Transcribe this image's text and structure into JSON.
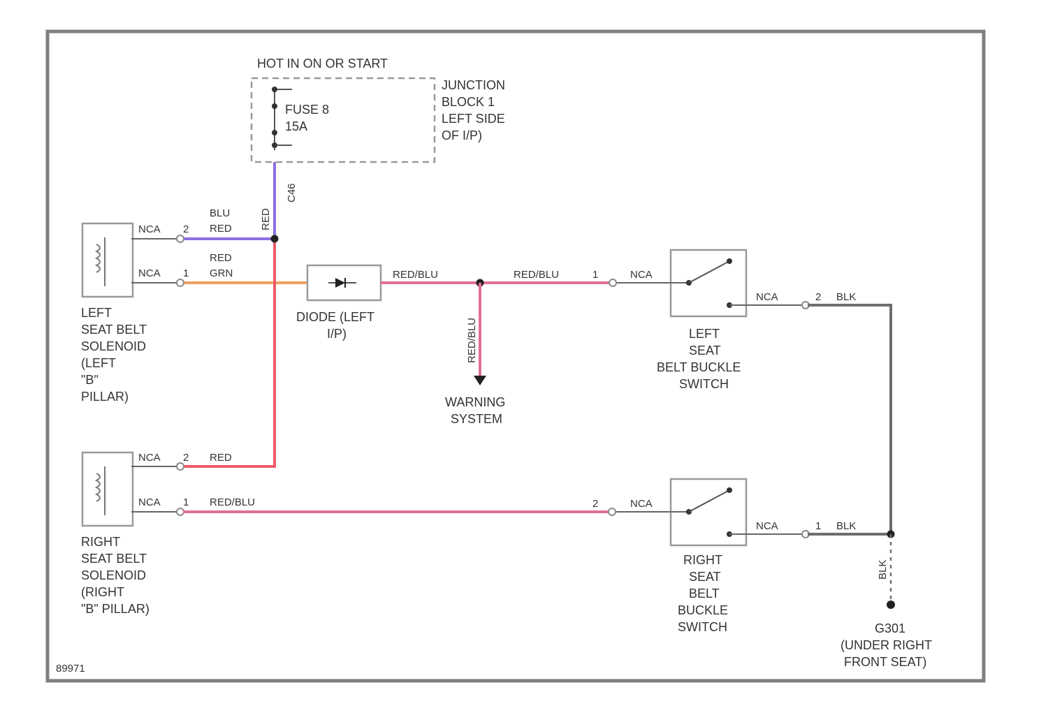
{
  "colors": {
    "frame": "#7f7f7f",
    "wire_gray": "#6e6e6e",
    "wire_purple": "#8d6fe0",
    "wire_red": "#f05a6a",
    "wire_pink": "#e0708f",
    "wire_orange": "#f0a060",
    "text": "#333333"
  },
  "diagram_id": "89971",
  "junction_block": {
    "header": "HOT IN ON OR START",
    "fuse_line1": "FUSE 8",
    "fuse_line2": "15A",
    "name": [
      "JUNCTION",
      "BLOCK 1",
      "LEFT SIDE",
      "OF I/P)"
    ],
    "connector": "C46"
  },
  "left_solenoid": {
    "label": [
      "LEFT",
      "SEAT BELT",
      "SOLENOID",
      "(LEFT",
      "\"B\"",
      "PILLAR)"
    ],
    "pin2": {
      "nca": "NCA",
      "pin": "2",
      "wire": [
        "BLU",
        "RED"
      ]
    },
    "pin1": {
      "nca": "NCA",
      "pin": "1",
      "wire": [
        "RED",
        "GRN"
      ]
    }
  },
  "right_solenoid": {
    "label": [
      "RIGHT",
      "SEAT BELT",
      "SOLENOID",
      "(RIGHT",
      "\"B\" PILLAR)"
    ],
    "pin2": {
      "nca": "NCA",
      "pin": "2",
      "wire": "RED"
    },
    "pin1": {
      "nca": "NCA",
      "pin": "1",
      "wire": "RED/BLU"
    }
  },
  "vertical_wire": "RED",
  "diode": {
    "label": [
      "DIODE (LEFT",
      "I/P)"
    ]
  },
  "wires": {
    "diode_out": "RED/BLU",
    "to_switch": "RED/BLU",
    "down_warning": "RED/BLU",
    "right_switch_in": "RED/BLU"
  },
  "warning": {
    "label": [
      "WARNING",
      "SYSTEM"
    ]
  },
  "left_switch": {
    "label": [
      "LEFT",
      "SEAT",
      "BELT BUCKLE",
      "SWITCH"
    ],
    "in_pin": "1",
    "in_nca": "NCA",
    "out_nca": "NCA",
    "out_pin": "2",
    "out_wire": "BLK"
  },
  "right_switch": {
    "label": [
      "RIGHT",
      "SEAT",
      "BELT",
      "BUCKLE",
      "SWITCH"
    ],
    "in_pin": "2",
    "in_nca": "NCA",
    "out_nca": "NCA",
    "out_pin": "1",
    "out_wire": "BLK"
  },
  "ground": {
    "wire": "BLK",
    "label": [
      "G301",
      "(UNDER RIGHT",
      "FRONT SEAT)"
    ]
  }
}
